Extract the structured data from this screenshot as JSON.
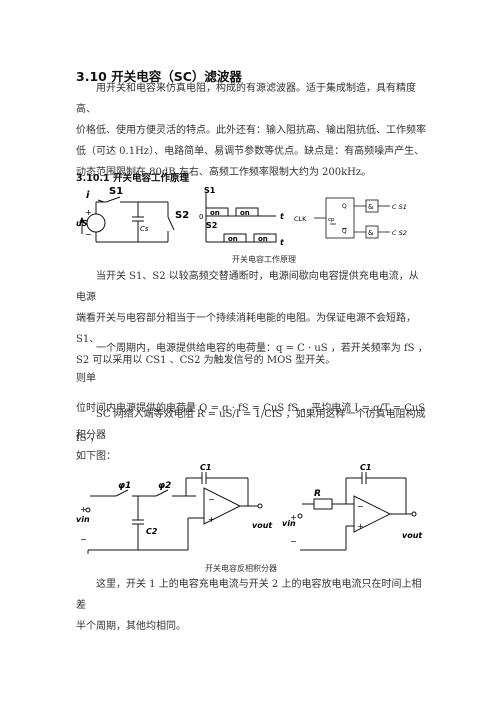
{
  "title": "3.10  开关电容（SC）滤波器",
  "intro": [
    "用开关和电容来仿真电阻，构成的有源滤波器。适于集成制造，具有精度高、",
    "价格低、使用方便灵活的特点。此外还有：输入阻抗高、输出阻抗低、工作频率",
    "低（可达  0.1Hz）、电路简单、易调节参数等优点。缺点是：有高频噪声产生、",
    "动态范围限制在 80dB 左右、高频工作频率限制大约为 200kHz。"
  ],
  "subsection": "3.10.1  开关电容工作原理",
  "fig1": {
    "caption": "开关电容工作原理",
    "label_i": "i",
    "label_s1": "S1",
    "label_s2": "S2",
    "label_us": "uS",
    "label_cs": "Cs",
    "label_plus": "+",
    "label_minus": "−",
    "timing_s1": "S1",
    "timing_s2": "S2",
    "timing_on": "on",
    "timing_t": "t",
    "timing_0": "0",
    "ff_clk": "CLK",
    "ff_q": "Q",
    "ff_qbar": "Q",
    "ff_cp": "cp",
    "ff_and": "&",
    "ff_out1": "C S1",
    "ff_out2": "C S2"
  },
  "para2": [
    "当开关 S1、S2 以较高频交替通断时，电源间歇向电容提供充电电流，从电源",
    "端看开关与电容部分相当于一个持续消耗电能的电阻。为保证电源不会短路，S1、",
    "S2 可以采用以 CS1 、CS2 为触发信号的 MOS 型开关。"
  ],
  "para3": [
    "一个周期内，电源提供给电容的电荷量：q = C · uS ，若开关频率为 fS ，则单",
    "位时间内电源提供的电荷量 Q = q · fS = CuS fS ，平均电流 I = q/T = CuS fS ，"
  ],
  "para4": [
    "SC  网络入端等效电阻 R = uS/I = 1/CfS ，如果用这样一个仿真电阻构成积分器",
    "如下图："
  ],
  "fig2": {
    "caption": "开关电容反相积分器",
    "phi1": "φ1",
    "phi2": "φ2",
    "c1": "C1",
    "c2": "C2",
    "r": "R",
    "vin": "vin",
    "vout": "vout",
    "plus": "+",
    "minus": "−"
  },
  "para5": [
    "这里，开关 1 上的电容充电电流与开关 2 上的电容放电电流只在时间上相差",
    "半个周期，其他均相同。"
  ]
}
